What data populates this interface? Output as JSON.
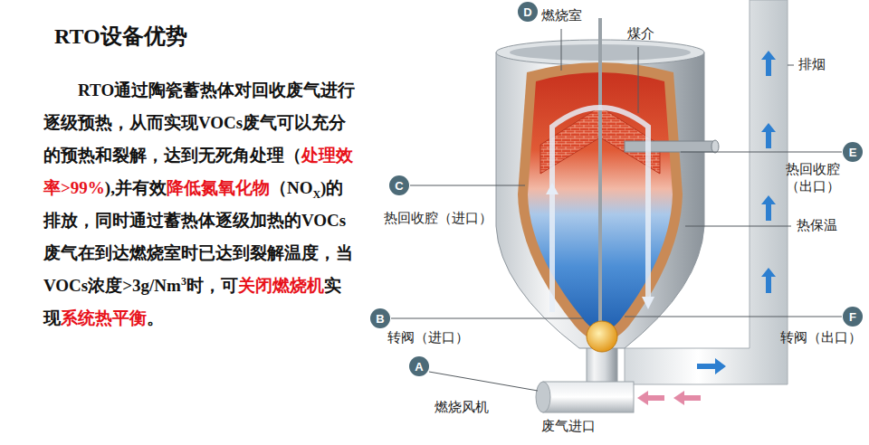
{
  "diagram": {
    "title": "RTO设备优势",
    "nodes": [
      {
        "text": [
          "D"
        ]
      },
      {
        "text": [
          "E"
        ]
      },
      {
        "text": [
          "C"
        ]
      },
      {
        "text": [
          "B"
        ]
      },
      {
        "text": [
          "F"
        ]
      },
      {
        "text": [
          "A"
        ]
      }
    ],
    "labels": [
      "RTO通过陶瓷蓄热体对回收废气进行逐级预热，从而实现VOCs废气可以充分的预热和裂解，达到无死角处理（",
      "处理效率>99%",
      "),并有效",
      "降低氮氧化物",
      "（NO",
      "X",
      ")的排放，同时通过蓄热体逐级加热的VOCs废气在到达燃烧室时已达到裂解温度，当VOCs浓度>3g/Nm",
      "3",
      "时，可",
      "关闭燃烧机",
      "实现",
      "系统热平衡",
      "。",
      "燃烧室",
      "煤介",
      "排烟",
      "热回收腔（出口）",
      "热回收腔（进口）",
      "热保温",
      "转阀（进口）",
      "转阀（出口）",
      "燃烧风机",
      "废气进口"
    ]
  }
}
